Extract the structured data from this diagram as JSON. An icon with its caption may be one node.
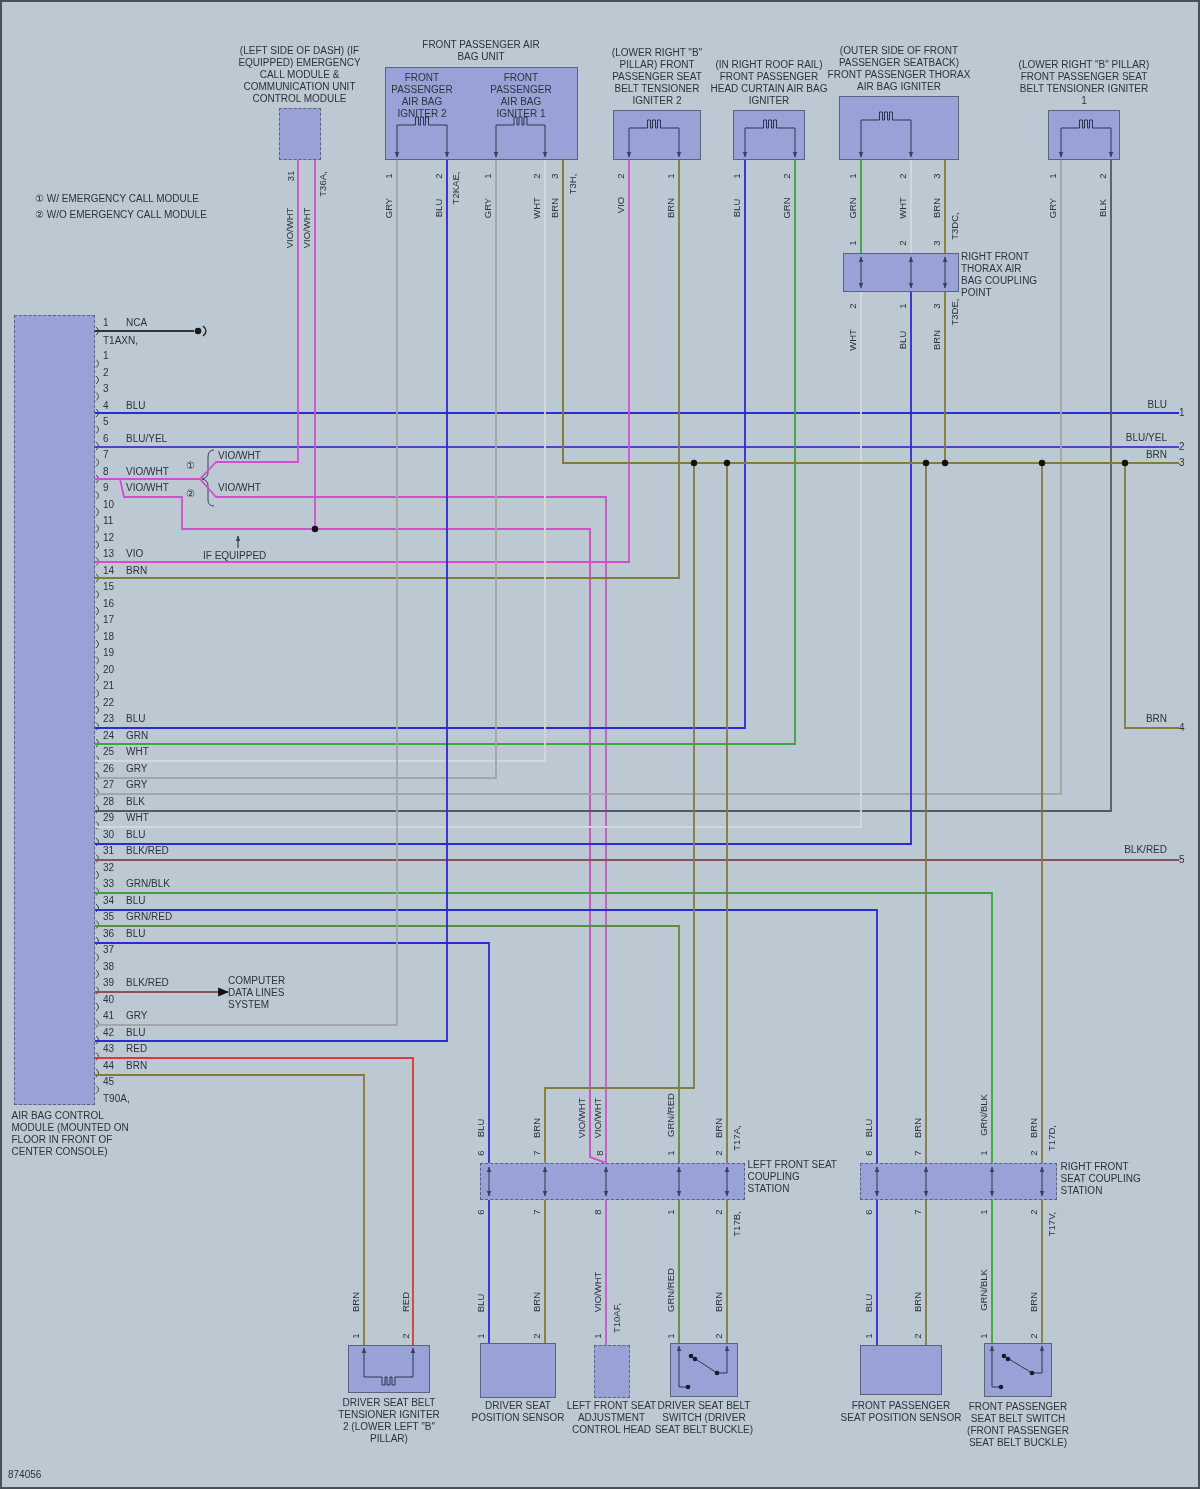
{
  "diagram": {
    "nodes": [
      {
        "text": [
          "AIR BAG CONTROL MODULE (MOUNTED ON FLOOR IN FRONT OF CENTER CONSOLE)"
        ]
      },
      {
        "text": [
          "(LEFT SIDE OF DASH) (IF EQUIPPED) EMERGENCY CALL MODULE & COMMUNICATION UNIT CONTROL MODULE"
        ]
      },
      {
        "text": [
          "FRONT PASSENGER AIR BAG UNIT"
        ]
      },
      {
        "text": [
          "FRONT PASSENGER AIR BAG IGNITER 2"
        ],
        "in": 2
      },
      {
        "text": [
          "FRONT PASSENGER AIR BAG IGNITER 1"
        ],
        "in": 2
      },
      {
        "text": [
          "(LOWER RIGHT \"B\" PILLAR) FRONT PASSENGER SEAT BELT TENSIONER IGNITER 2"
        ]
      },
      {
        "text": [
          "(IN RIGHT ROOF RAIL) FRONT PASSENGER HEAD CURTAIN AIR BAG IGNITER"
        ]
      },
      {
        "text": [
          "(OUTER SIDE OF FRONT PASSENGER SEATBACK) FRONT PASSENGER THORAX AIR BAG IGNITER"
        ]
      },
      {
        "text": [
          "(LOWER RIGHT \"B\" PILLAR) FRONT PASSENGER SEAT BELT TENSIONER IGNITER 1"
        ]
      },
      {
        "text": [
          "RIGHT FRONT THORAX AIR BAG COUPLING POINT"
        ]
      },
      {
        "text": [
          "LEFT FRONT SEAT COUPLING STATION"
        ]
      },
      {
        "text": [
          "RIGHT FRONT SEAT COUPLING STATION"
        ]
      },
      {
        "text": [
          "DRIVER SEAT BELT TENSIONER IGNITER 2 (LOWER LEFT \"B\" PILLAR)"
        ]
      },
      {
        "text": [
          "DRIVER SEAT POSITION SENSOR"
        ]
      },
      {
        "text": [
          "LEFT FRONT SEAT ADJUSTMENT CONTROL HEAD"
        ]
      },
      {
        "text": [
          "DRIVER SEAT BELT SWITCH (DRIVER SEAT BELT BUCKLE)"
        ]
      },
      {
        "text": [
          "FRONT PASSENGER SEAT POSITION SENSOR"
        ]
      },
      {
        "text": [
          "FRONT PASSENGER SEAT BELT SWITCH (FRONT PASSENGER SEAT BELT BUCKLE)"
        ]
      },
      {
        "text": [
          "COMPUTER DATA LINES SYSTEM"
        ]
      },
      {
        "text": [],
        "shape": "connector"
      },
      {
        "text": [
          "1"
        ]
      },
      {
        "text": [
          "2"
        ]
      },
      {
        "text": [
          "3"
        ]
      },
      {
        "text": [
          "4"
        ]
      },
      {
        "text": [
          "5"
        ]
      }
    ],
    "edges": [
      {
        "from": 0,
        "to": 19,
        "arrow": "none",
        "color": "#333333"
      },
      {
        "from": 0,
        "to": 20,
        "arrow": "none",
        "color": "#2a2ad6"
      },
      {
        "from": 0,
        "to": 21,
        "arrow": "none",
        "color": "#4646c8"
      },
      {
        "from": 0,
        "to": 1,
        "arrow": "none",
        "color": "#d24fd2"
      },
      {
        "from": 0,
        "to": 10,
        "arrow": "none",
        "color": "#d24fd2"
      },
      {
        "from": 0,
        "to": 10,
        "arrow": "none",
        "color": "#d24fd2"
      },
      {
        "from": 1,
        "to": 10,
        "arrow": "none",
        "color": "#d24fd2"
      },
      {
        "from": 0,
        "to": 5,
        "arrow": "none",
        "color": "#d24fd2"
      },
      {
        "from": 0,
        "to": 5,
        "arrow": "none"
      },
      {
        "from": 0,
        "to": 6,
        "arrow": "none",
        "color": "#2a2ad6"
      },
      {
        "from": 0,
        "to": 6,
        "arrow": "none",
        "color": "#3fa23f"
      },
      {
        "from": 0,
        "to": 4,
        "arrow": "none",
        "color": "#d4d8dc"
      },
      {
        "from": 0,
        "to": 4,
        "arrow": "none",
        "color": "#a2a6aa"
      },
      {
        "from": 0,
        "to": 8,
        "arrow": "none",
        "color": "#a2a6aa"
      },
      {
        "from": 0,
        "to": 8,
        "arrow": "none",
        "color": "#555a60"
      },
      {
        "from": 0,
        "to": 9,
        "arrow": "none",
        "color": "#d4d8dc"
      },
      {
        "from": 0,
        "to": 9,
        "arrow": "none",
        "color": "#2a2ad6"
      },
      {
        "from": 0,
        "to": 24,
        "arrow": "none",
        "color": "#8c5058"
      },
      {
        "from": 0,
        "to": 11,
        "arrow": "none",
        "color": "#3fa23f"
      },
      {
        "from": 0,
        "to": 11,
        "arrow": "none",
        "color": "#2a2ad6"
      },
      {
        "from": 0,
        "to": 10,
        "arrow": "none",
        "color": "#5c8c3c"
      },
      {
        "from": 0,
        "to": 10,
        "arrow": "none",
        "color": "#2a2ad6"
      },
      {
        "from": 0,
        "to": 18,
        "arrow": "to",
        "color": "#8c5058"
      },
      {
        "from": 0,
        "to": 3,
        "arrow": "none",
        "color": "#a2a6aa"
      },
      {
        "from": 0,
        "to": 3,
        "arrow": "none",
        "color": "#2a2ad6"
      },
      {
        "from": 0,
        "to": 12,
        "arrow": "none",
        "color": "#d83a3a"
      },
      {
        "from": 0,
        "to": 12,
        "arrow": "none"
      },
      {
        "from": 7,
        "to": 9,
        "arrow": "none",
        "color": "#3fa23f"
      },
      {
        "from": 7,
        "to": 9,
        "arrow": "none",
        "color": "#d4d8dc"
      },
      {
        "from": 7,
        "to": 9,
        "arrow": "none"
      },
      {
        "from": 2,
        "to": 22,
        "arrow": "none"
      },
      {
        "from": 2,
        "to": 10,
        "arrow": "none"
      },
      {
        "from": 2,
        "to": 10,
        "arrow": "none"
      },
      {
        "from": 2,
        "to": 11,
        "arrow": "none"
      },
      {
        "from": 2,
        "to": 11,
        "arrow": "none"
      },
      {
        "from": 9,
        "to": 2,
        "arrow": "none"
      },
      {
        "from": 2,
        "to": 23,
        "arrow": "none"
      },
      {
        "from": 10,
        "to": 13,
        "arrow": "none",
        "color": "#2a2ad6"
      },
      {
        "from": 10,
        "to": 13,
        "arrow": "none"
      },
      {
        "from": 10,
        "to": 14,
        "arrow": "none",
        "color": "#d24fd2"
      },
      {
        "from": 10,
        "to": 15,
        "arrow": "none",
        "color": "#5c8c3c"
      },
      {
        "from": 10,
        "to": 15,
        "arrow": "none"
      },
      {
        "from": 11,
        "to": 16,
        "arrow": "none",
        "color": "#2a2ad6"
      },
      {
        "from": 11,
        "to": 16,
        "arrow": "none"
      },
      {
        "from": 11,
        "to": 17,
        "arrow": "none",
        "color": "#3fa23f"
      },
      {
        "from": 11,
        "to": 17,
        "arrow": "none"
      }
    ],
    "labels": [
      "① W/ EMERGENCY CALL MODULE",
      "② W/O EMERGENCY CALL MODULE",
      "31",
      "T36A,",
      "VIO/WHT",
      "VIO/WHT",
      "1",
      "GRY",
      "2",
      "BLU",
      "T2KAE,",
      "1",
      "GRY",
      "2",
      "WHT",
      "3",
      "BRN",
      "T3H,",
      "2",
      "VIO",
      "1",
      "BRN",
      "1",
      "BLU",
      "2",
      "GRN",
      "1",
      "GRN",
      "2",
      "WHT",
      "3",
      "BRN",
      "T3DC,",
      "1",
      "2",
      "3",
      "2",
      "WHT",
      "1",
      "BLU",
      "3",
      "BRN",
      "T3DE,",
      "1",
      "GRY",
      "2",
      "BLK",
      "1",
      "NCA",
      "T1AXN,",
      "1",
      "2",
      "3",
      "4",
      "BLU",
      "5",
      "6",
      "BLU/YEL",
      "7",
      "8",
      "VIO/WHT",
      "9",
      "VIO/WHT",
      "10",
      "11",
      "12",
      "13",
      "VIO",
      "14",
      "BRN",
      "15",
      "16",
      "17",
      "18",
      "19",
      "20",
      "21",
      "22",
      "23",
      "BLU",
      "24",
      "GRN",
      "25",
      "WHT",
      "26",
      "GRY",
      "27",
      "GRY",
      "28",
      "BLK",
      "29",
      "WHT",
      "30",
      "BLU",
      "31",
      "BLK/RED",
      "32",
      "33",
      "GRN/BLK",
      "34",
      "BLU",
      "35",
      "GRN/RED",
      "36",
      "BLU",
      "37",
      "38",
      "39",
      "BLK/RED",
      "40",
      "41",
      "GRY",
      "42",
      "BLU",
      "43",
      "RED",
      "44",
      "BRN",
      "45",
      "T90A,",
      "VIO/WHT",
      "①",
      "②",
      "VIO/WHT",
      "IF EQUIPPED",
      "BLU",
      "BLU/YEL",
      "BRN",
      "BRN",
      "BLK/RED",
      "BRN",
      "1",
      "RED",
      "2",
      "BLU",
      "6",
      "BRN",
      "7",
      "VIO/WHT",
      "VIO/WHT",
      "8",
      "GRN/RED",
      "1",
      "BRN",
      "2",
      "T17A,",
      "6",
      "7",
      "8",
      "1",
      "2",
      "T17B,",
      "BLU",
      "1",
      "BRN",
      "2",
      "VIO/WHT",
      "1",
      "T10AF,",
      "GRN/RED",
      "1",
      "BRN",
      "2",
      "BLU",
      "6",
      "BRN",
      "7",
      "GRN/BLK",
      "1",
      "BRN",
      "2",
      "T17D,",
      "6",
      "7",
      "1",
      "2",
      "T17V,",
      "BLU",
      "1",
      "BRN",
      "2",
      "GRN/BLK",
      "1",
      "BRN",
      "2",
      "874056"
    ]
  }
}
